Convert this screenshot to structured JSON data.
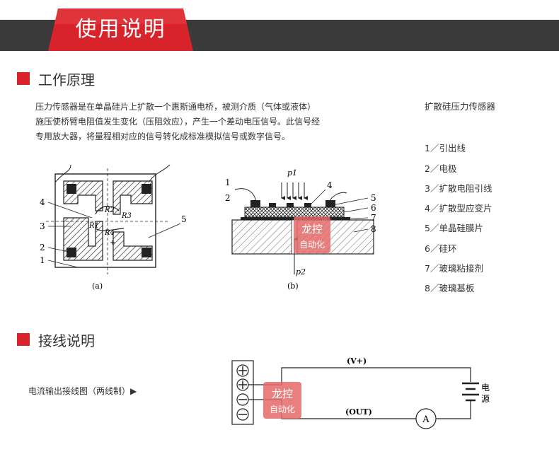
{
  "header": {
    "title": "使用说明"
  },
  "section1": {
    "title": "工作原理",
    "paragraph": [
      "压力传感器是在单晶硅片上扩散一个惠斯通电桥，被测介质（气体或液体）",
      "施压使桥臂电阻值发生变化（压阻效应），产生一个差动电压信号。此信号经",
      "专用放大器，将量程相对应的信号转化成标准模拟信号或数字信号。"
    ],
    "figure_a": {
      "caption": "(a)",
      "labels": [
        "1",
        "2",
        "3",
        "4",
        "5"
      ],
      "resistors": [
        "R1",
        "R2",
        "R3",
        "R4"
      ]
    },
    "figure_b": {
      "caption": "(b)",
      "labels": [
        "1",
        "2",
        "4",
        "5",
        "6",
        "7",
        "8"
      ],
      "pressure_top": "p1",
      "pressure_bottom": "p2"
    },
    "legend": {
      "title": "扩散硅压力传感器",
      "items": [
        "1／引出线",
        "2／电极",
        "3／扩散电阻引线",
        "4／扩散型应变片",
        "5／单晶硅膜片",
        "6／硅环",
        "7／玻璃粘接剂",
        "8／玻璃基板"
      ]
    }
  },
  "section2": {
    "title": "接线说明",
    "wiring_label": "电流输出接线图（两线制）▶",
    "circuit": {
      "top_label": "(V+)",
      "bottom_label": "(OUT)",
      "meter": "A",
      "power_label": "电源"
    }
  },
  "watermark": {
    "line1": "龙控",
    "line2": "自动化"
  },
  "colors": {
    "accent": "#d8232a",
    "header_bar": "#3a3a3a",
    "text": "#333333"
  }
}
